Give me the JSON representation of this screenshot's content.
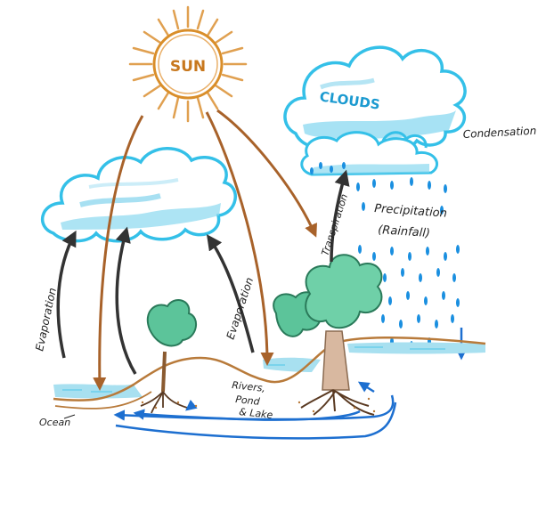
{
  "labels": {
    "sun": "SUN",
    "clouds": "CLOUDS",
    "condensation": "Condensation",
    "transpiration": "Transpiration",
    "precipitation_line1": "Precipitation",
    "precipitation_line2": "(Rainfall)",
    "evaporation_left": "Evaporation",
    "evaporation_middle": "Evaporation",
    "rivers_line1": "Rivers,",
    "rivers_line2": "Pond",
    "rivers_line3": "& Lake",
    "ocean": "Ocean"
  },
  "colors": {
    "sun": "#d98e2a",
    "sun_ray": "#e0a050",
    "cloud_outline": "#34c0e8",
    "cloud_fill": "#8ad8f0",
    "rain": "#1a8fe0",
    "ground": "#b87a3a",
    "water": "#a8e0f0",
    "tree_crown": "#5cc49a",
    "trunk": "#c9a58a",
    "root": "#5a3a22",
    "evap_arrow": "#333333",
    "sun_arrow": "#a8622a",
    "runoff_arrow": "#1d6fd0"
  },
  "icons": [
    "sun-icon",
    "cloud-icon",
    "tree-icon",
    "rain-icon",
    "arrow-icon"
  ]
}
